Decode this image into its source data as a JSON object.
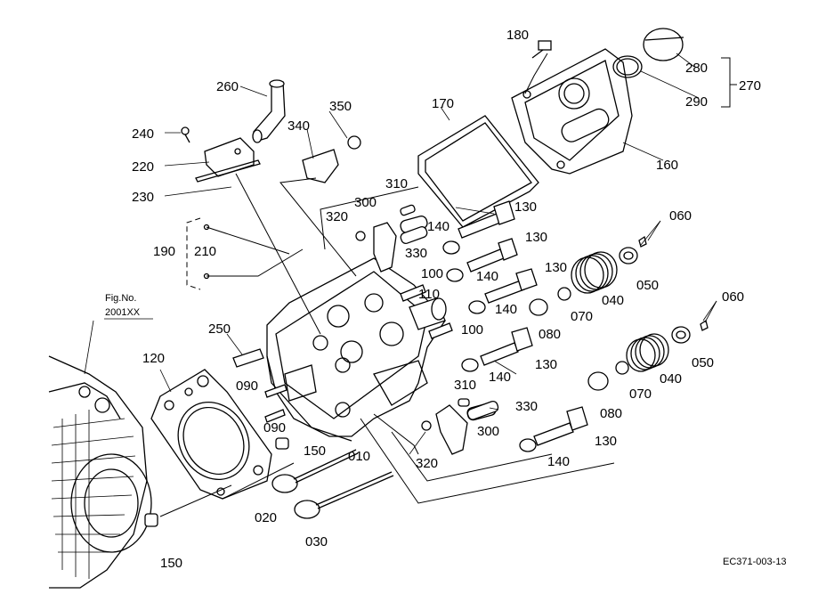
{
  "figure": {
    "fig_no_label": "Fig.No.",
    "fig_no_value": "2001XX",
    "code": "EC371-003-13"
  },
  "callouts": {
    "c180": "180",
    "c280": "280",
    "c270": "270",
    "c290": "290",
    "c260": "260",
    "c170": "170",
    "c350": "350",
    "c340": "340",
    "c160": "160",
    "c240": "240",
    "c220": "220",
    "c230": "230",
    "c310a": "310",
    "c300a": "300",
    "c320a": "320",
    "c130a": "130",
    "c060a": "060",
    "c140a": "140",
    "c130b": "130",
    "c330a": "330",
    "c190": "190",
    "c210": "210",
    "c100a": "100",
    "c140b": "140",
    "c130c": "130",
    "c110": "110",
    "c140c": "140",
    "c050a": "050",
    "c040a": "040",
    "c070a": "070",
    "c080a": "080",
    "c060b": "060",
    "c100b": "100",
    "c250": "250",
    "c120": "120",
    "c140d": "140",
    "c130d": "130",
    "c050b": "050",
    "c090a": "090",
    "c310b": "310",
    "c070b": "070",
    "c040b": "040",
    "c330b": "330",
    "c090b": "090",
    "c300b": "300",
    "c080b": "080",
    "c150a": "150",
    "c130e": "130",
    "c010": "010",
    "c320b": "320",
    "c140e": "140",
    "c020": "020",
    "c030": "030",
    "c150b": "150"
  }
}
